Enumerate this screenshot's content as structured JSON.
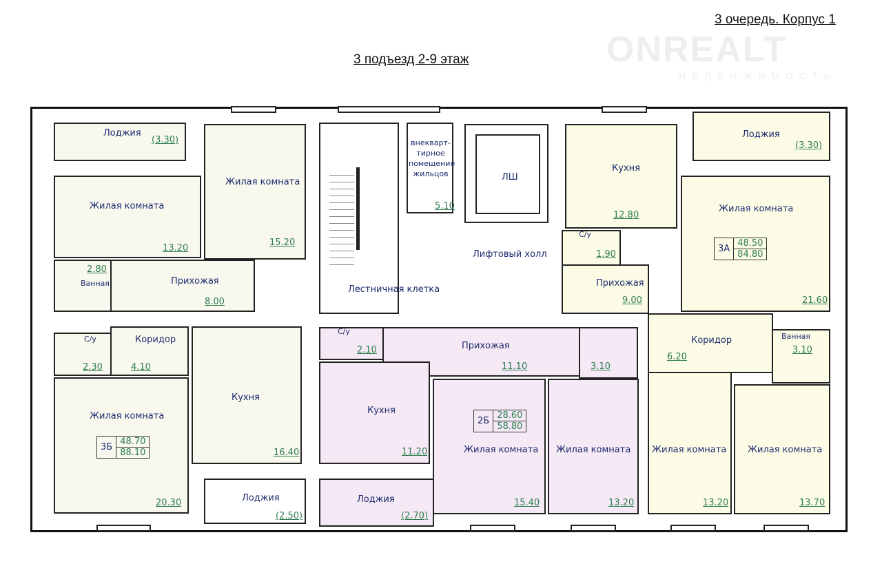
{
  "header": {
    "building": "3 очередь. Корпус 1",
    "floor": "3 подъезд  2-9 этаж"
  },
  "watermark": {
    "brand": "ONREALT",
    "sub": "НЕДВИЖИМОСТЬ"
  },
  "common": {
    "stair": "Лестничная клетка",
    "extra_room": "внекварт-тирное помещение жильцов",
    "extra_area": "5.10",
    "shaft": "ЛШ",
    "lift_hall": "Лифтовый холл"
  },
  "apartments": [
    {
      "id": "3Б",
      "living": "48.70",
      "total": "88.10",
      "color": "#f8f8ef",
      "rooms": [
        {
          "name": "Лоджия",
          "area": "(3.30)"
        },
        {
          "name": "Жилая комната",
          "area": "13.20"
        },
        {
          "name": "Жилая комната",
          "area": "15.20"
        },
        {
          "name": "Ванная",
          "area": "2.80"
        },
        {
          "name": "Прихожая",
          "area": "8.00"
        },
        {
          "name": "С/у",
          "area": "2.30"
        },
        {
          "name": "Коридор",
          "area": "4.10"
        },
        {
          "name": "Жилая комната",
          "area": "20.30"
        },
        {
          "name": "Кухня",
          "area": "16.40"
        },
        {
          "name": "Лоджия",
          "area": "(2.50)"
        }
      ]
    },
    {
      "id": "2Б",
      "living": "28.60",
      "total": "58.80",
      "color": "#f4e9f4",
      "rooms": [
        {
          "name": "С/у",
          "area": "2.10"
        },
        {
          "name": "Прихожая",
          "area": "11.10"
        },
        {
          "name": "",
          "area": "3.10"
        },
        {
          "name": "Кухня",
          "area": "11.20"
        },
        {
          "name": "Жилая комната",
          "area": "15.40"
        },
        {
          "name": "Жилая комната",
          "area": "13.20"
        },
        {
          "name": "Лоджия",
          "area": "(2.70)"
        }
      ]
    },
    {
      "id": "3А",
      "living": "48.50",
      "total": "84.80",
      "color": "#fcfce6",
      "rooms": [
        {
          "name": "Кухня",
          "area": "12.80"
        },
        {
          "name": "С/у",
          "area": "1.90"
        },
        {
          "name": "Прихожая",
          "area": "9.00"
        },
        {
          "name": "Лоджия",
          "area": "(3.30)"
        },
        {
          "name": "Жилая комната",
          "area": "21.60"
        },
        {
          "name": "Коридор",
          "area": "6.20"
        },
        {
          "name": "Ванная",
          "area": "3.10"
        },
        {
          "name": "Жилая комната",
          "area": "13.20"
        },
        {
          "name": "Жилая комната",
          "area": "13.70"
        }
      ]
    }
  ]
}
